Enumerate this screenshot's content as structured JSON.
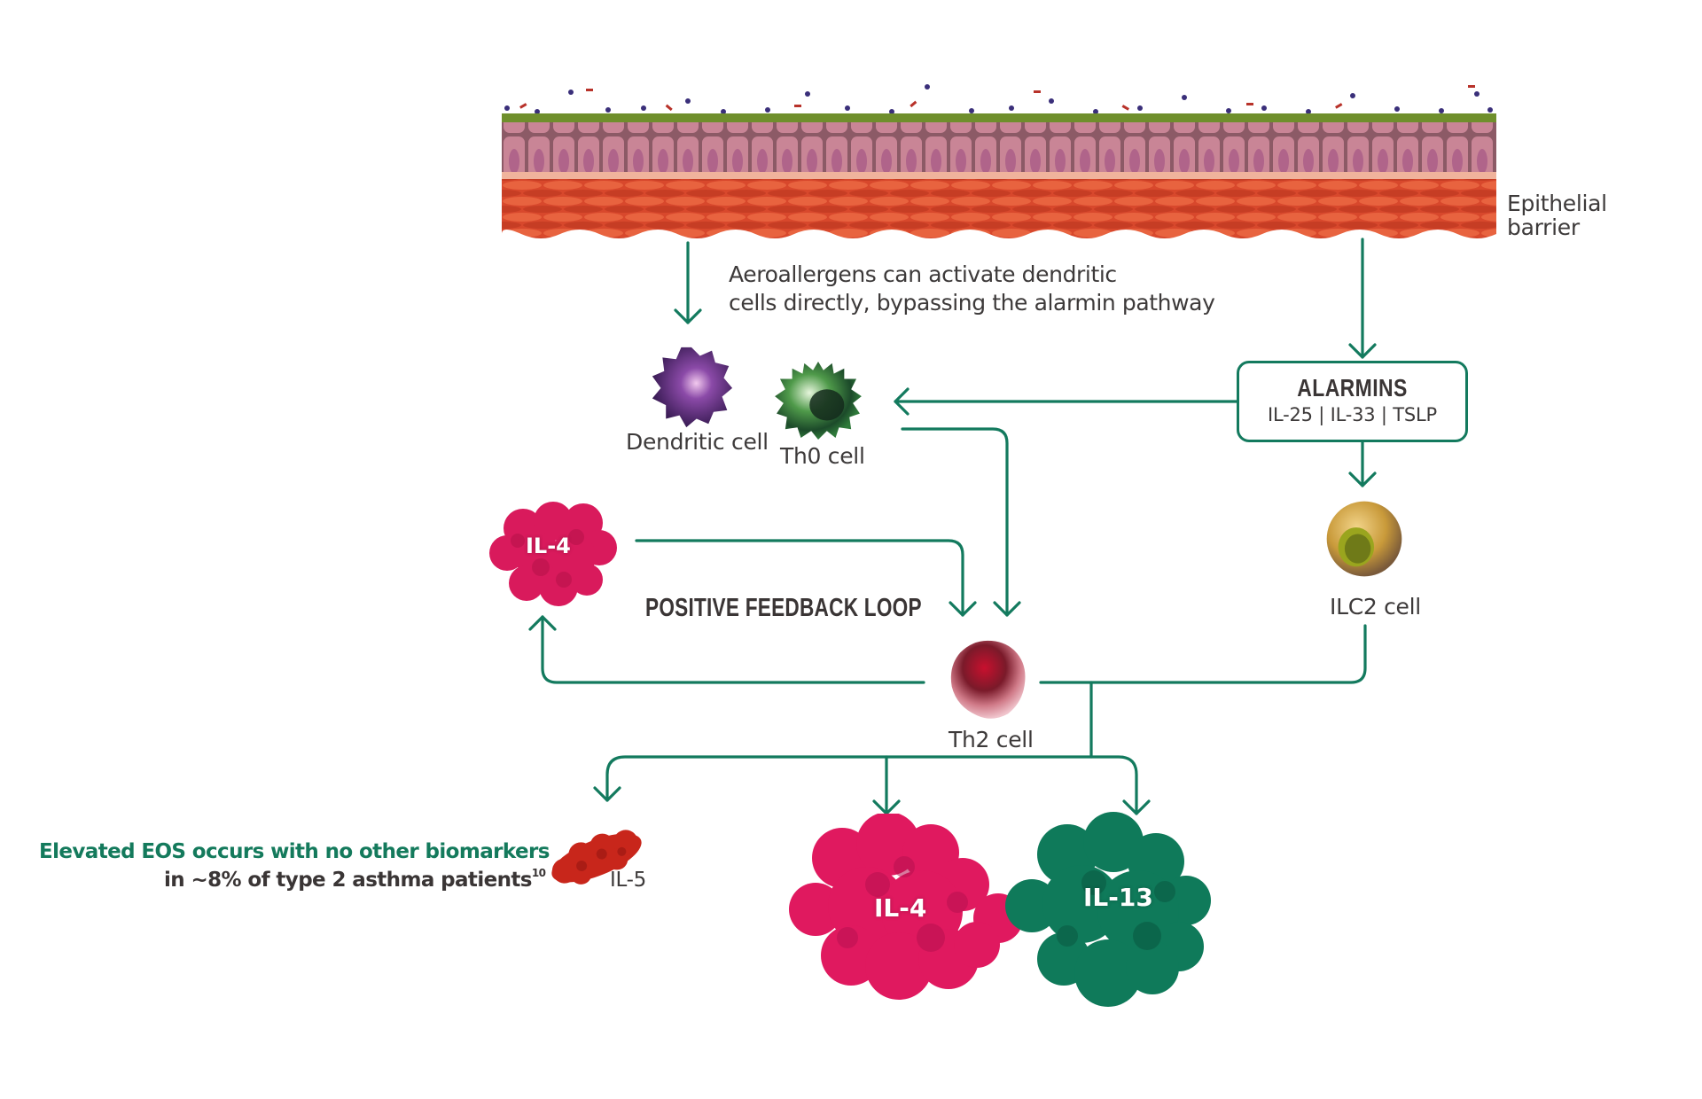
{
  "tissue": {
    "label_line1": "Epithelial",
    "label_line2": "barrier"
  },
  "note": {
    "line1": "Aeroallergens can activate dendritic",
    "line2": "cells directly, bypassing the alarmin pathway"
  },
  "cells": {
    "dendritic": "Dendritic cell",
    "th0": "Th0 cell",
    "th2": "Th2 cell",
    "ilc2": "ILC2 cell"
  },
  "alarmins": {
    "title": "ALARMINS",
    "items": "IL-25 | IL-33 | TSLP"
  },
  "loop": {
    "label": "POSITIVE FEEDBACK LOOP"
  },
  "proteins": {
    "il4_small": "IL-4",
    "il5": "IL-5",
    "il4_large": "IL-4",
    "il13": "IL-13"
  },
  "eos_note": {
    "line1": "Elevated EOS occurs with no other biomarkers",
    "line2": "in ~8% of type 2 asthma patients",
    "footnote": "10"
  },
  "colors": {
    "connector": "#137a5e",
    "eos_highlight": "#147a5c",
    "il4": "#e0195f",
    "il13": "#0f7a5a",
    "il5": "#c8261b",
    "tissue_muscle": "#d9492e",
    "tissue_epithelium": "#c9798f"
  }
}
